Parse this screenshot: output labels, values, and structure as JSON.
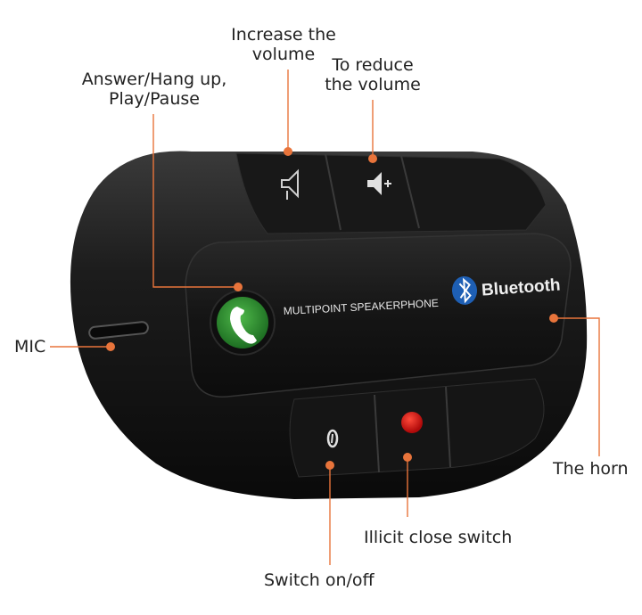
{
  "device": {
    "panel_text": "MULTIPOINT SPEAKERPHONE",
    "brand_text": "Bluetooth",
    "power_symbol": "0"
  },
  "callouts": {
    "increase_volume": {
      "line1": "Increase the",
      "line2": "volume"
    },
    "reduce_volume": {
      "line1": "To reduce",
      "line2": "the volume"
    },
    "answer_hangup": {
      "line1": "Answer/Hang up,",
      "line2": "Play/Pause"
    },
    "mic": "MIC",
    "horn": "The horn",
    "illicit_close": "Illicit close switch",
    "switch_onoff": "Switch on/off"
  },
  "colors": {
    "callout_line": "#e8743b",
    "device_body": "#1a1a1a",
    "answer_button": "#2e8b32",
    "close_button": "#e01a1a",
    "bluetooth_badge": "#1e5fb4"
  },
  "icons": [
    "volume-up-icon",
    "volume-down-icon",
    "phone-icon",
    "bluetooth-icon",
    "power-icon"
  ]
}
